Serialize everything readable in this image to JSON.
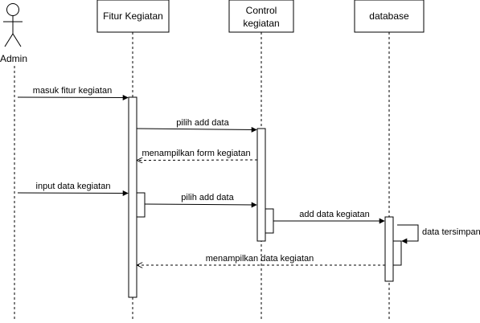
{
  "participants": {
    "actor": "Admin",
    "fitur_kegiatan": "Fitur Kegiatan",
    "control_kegiatan": [
      "Control",
      "kegiatan"
    ],
    "database": "database"
  },
  "messages": {
    "masuk_fitur": "masuk fitur kegiatan",
    "pilih_add_1": "pilih add data",
    "menampilkan_form": "menampilkan form kegiatan",
    "input_data": "input data kegiatan",
    "pilih_add_2": "pilih add data",
    "add_data": "add data kegiatan",
    "data_tersimpan": "data tersimpan",
    "menampilkan_data": "menampilkan data kegiatan"
  }
}
